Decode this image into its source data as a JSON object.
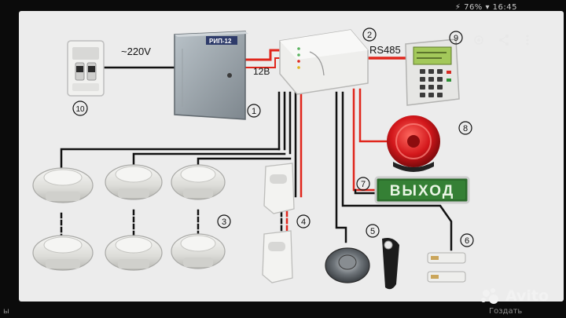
{
  "labels": {
    "voltage_ac": "~220V",
    "voltage_dc": "12B",
    "bus": "RS485",
    "psu_title": "РИП-12",
    "exit_sign": "ВЫХОД"
  },
  "callouts": [
    "1",
    "2",
    "3",
    "4",
    "5",
    "6",
    "7",
    "8",
    "9",
    "10"
  ],
  "ui": {
    "status_text": "⚡ 76% ▾ 16:45",
    "watermark": "Avito",
    "bottom_left": "ы",
    "bottom_right": "Гоздать"
  },
  "colors": {
    "wire_red": "#e0261c",
    "wire_black": "#111111",
    "panel_bg": "#ececec",
    "exit_green": "#2b6b2b"
  },
  "icons": [
    "lens-icon",
    "share-icon",
    "more-vertical-icon",
    "avito-logo-icon"
  ]
}
